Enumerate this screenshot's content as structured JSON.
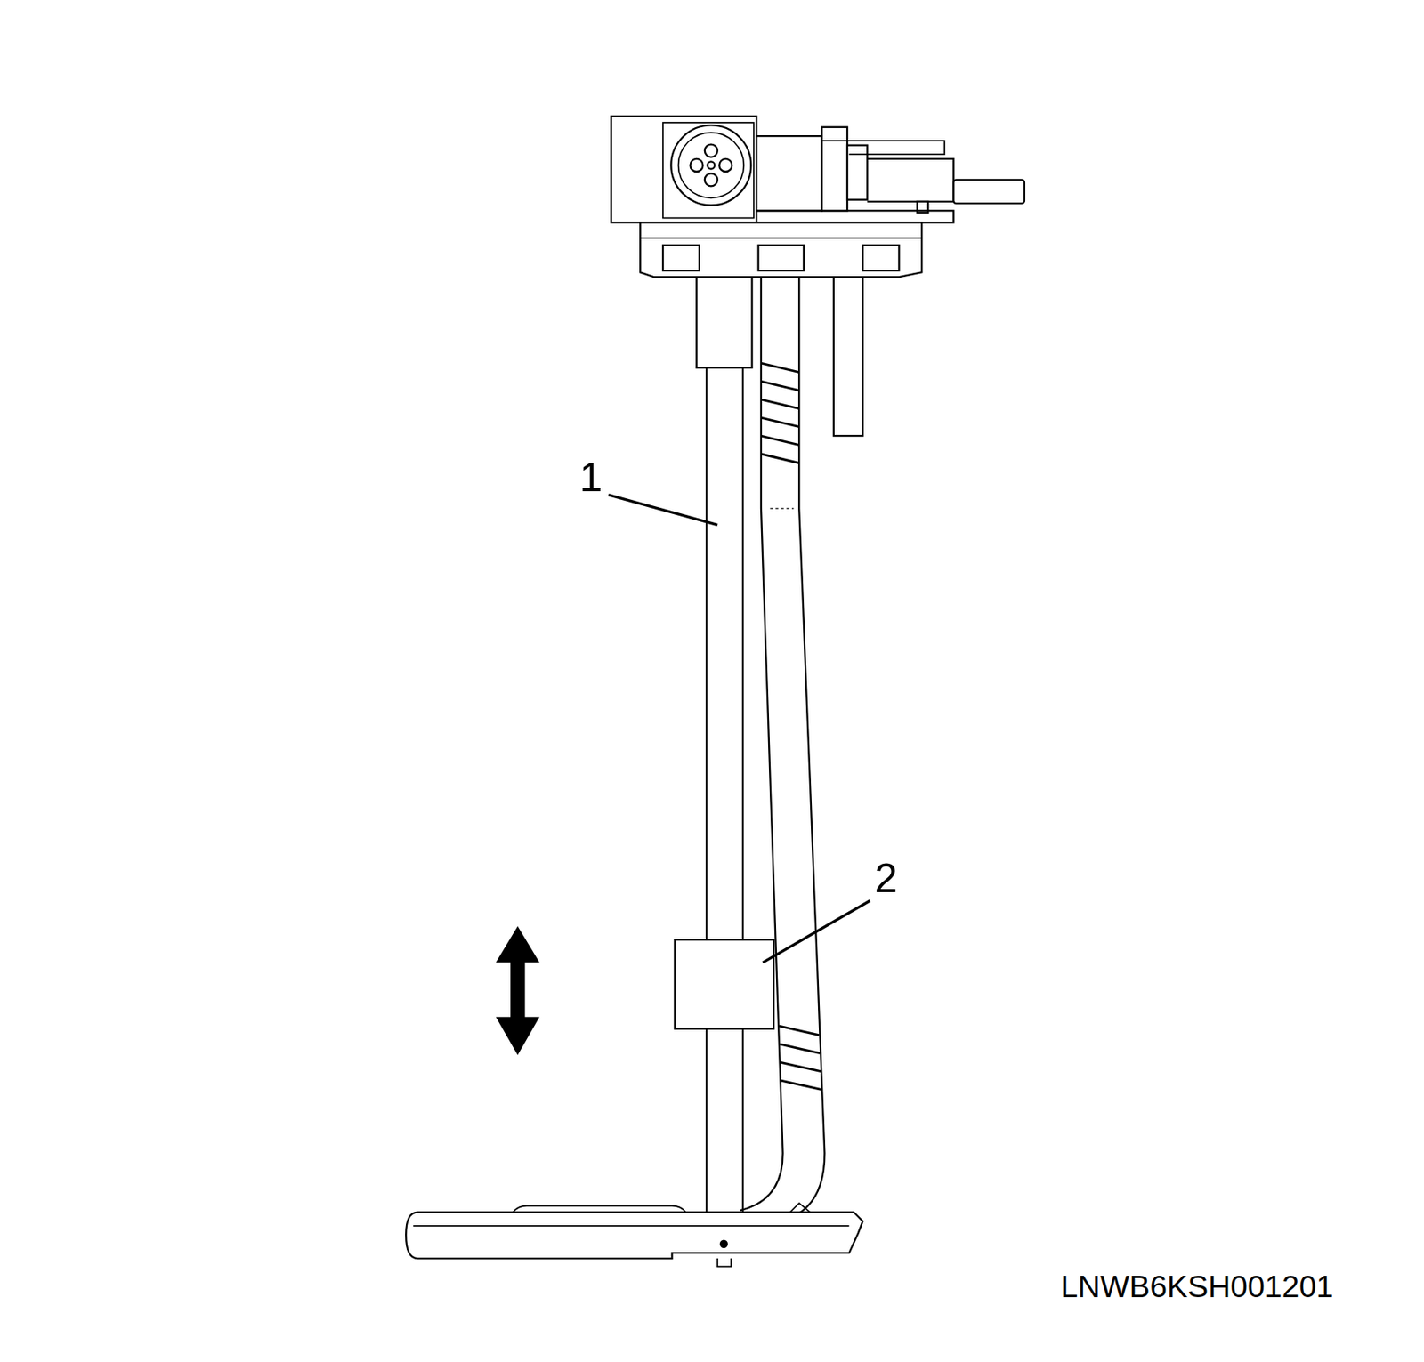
{
  "diagram": {
    "labels": [
      "1",
      "2",
      "LNWB6KSH001201"
    ]
  }
}
